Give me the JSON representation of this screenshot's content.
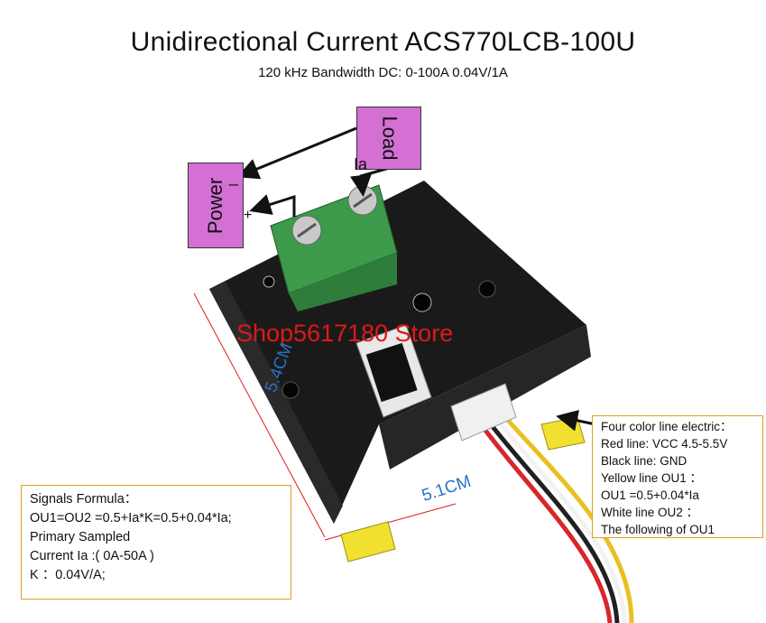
{
  "title": "Unidirectional  Current  ACS770LCB-100U",
  "subtitle": "120 kHz Bandwidth  DC: 0-100A   0.04V/1A",
  "load_label": "Load",
  "power_label": "Power",
  "ia_label": "Ia",
  "minus_label": "_",
  "plus_label": "+",
  "watermark": "Shop5617180 Store",
  "dim_height": "5.4CM",
  "dim_width": "5.1CM",
  "info_right": {
    "line1": "Four color line electric：",
    "line2": "Red line:   VCC 4.5-5.5V",
    "line3": "Black line:  GND",
    "line4": "Yellow line OU1 ：",
    "line5": "OU1 =0.5+0.04*Ia",
    "line6": "White  line OU2 ：",
    "line7": "The following of OU1"
  },
  "info_left": {
    "line1": "Signals Formula：",
    "line2": "OU1=OU2 =0.5+Ia*K=0.5+0.04*Ia;",
    "line3": "Primary Sampled",
    "line4": "Current  Ia :( 0A-50A )",
    "line5": "K ：0.04V/A;"
  },
  "colors": {
    "pcb_black": "#1a1a1a",
    "terminal_green": "#3c9a4a",
    "tag_magenta": "#d46fd4",
    "dimension_blue": "#2a72c6",
    "watermark_red": "#e01818",
    "box_border": "#e0a020",
    "wire_red": "#d8262a",
    "wire_yellow": "#e8c020",
    "wire_black": "#202020",
    "wire_white": "#f2f2f2"
  }
}
